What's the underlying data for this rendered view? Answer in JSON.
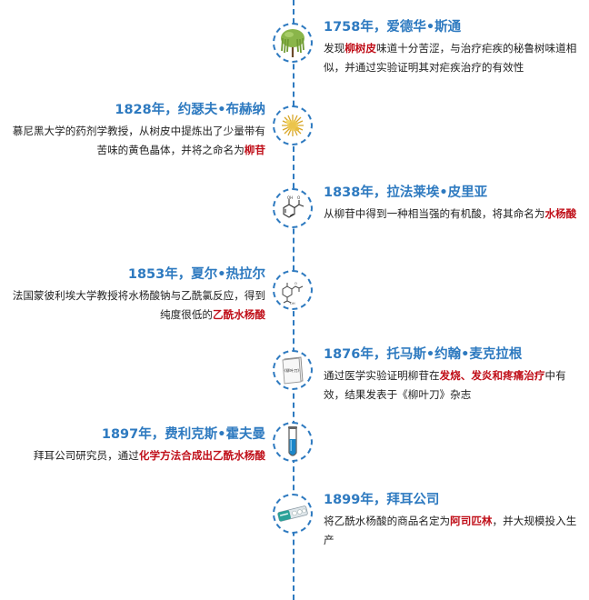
{
  "accent_color": "#2e7ac0",
  "highlight_color": "#c0101a",
  "events": [
    {
      "title": "1758年，爱德华•斯通",
      "desc": [
        "发现",
        {
          "hl": "柳树皮"
        },
        "味道十分苦涩，与治疗疟疾的秘鲁树味道相似，并通过实验证明其对疟疾治疗的有效性"
      ],
      "icon": "willow-tree-icon"
    },
    {
      "title": "1828年，约瑟夫•布赫纳",
      "desc": [
        "慕尼黑大学的药剂学教授，从树皮中提炼出了少量带有苦味的黄色晶体，并将之命名为",
        {
          "hl": "柳苷"
        }
      ],
      "icon": "yellow-crystal-icon"
    },
    {
      "title": "1838年，拉法莱埃•皮里亚",
      "desc": [
        "从柳苷中得到一种相当强的有机酸，将其命名为",
        {
          "hl": "水杨酸"
        }
      ],
      "icon": "salicylic-acid-structure-icon"
    },
    {
      "title": "1853年，夏尔•热拉尔",
      "desc": [
        "法国蒙彼利埃大学教授将水杨酸钠与乙酰氯反应，得到纯度很低的",
        {
          "hl": "乙酰水杨酸"
        }
      ],
      "icon": "acetylsalicylic-acid-structure-icon"
    },
    {
      "title": "1876年，托马斯•约翰•麦克拉根",
      "desc": [
        "通过医学实验证明柳苷在",
        {
          "hl": "发烧、发炎和疼痛治疗"
        },
        "中有效，结果发表于《柳叶刀》杂志"
      ],
      "icon": "lancet-journal-icon",
      "icon_label": "《柳叶刀》"
    },
    {
      "title": "1897年，费利克斯•霍夫曼",
      "desc": [
        "拜耳公司研究员，通过",
        {
          "hl": "化学方法合成出乙酰水杨酸"
        }
      ],
      "icon": "test-tube-icon"
    },
    {
      "title": "1899年，拜耳公司",
      "desc": [
        "将乙酰水杨酸的商品名定为",
        {
          "hl": "阿司匹林"
        },
        "，并大规模投入生产"
      ],
      "icon": "aspirin-blister-pack-icon"
    }
  ]
}
